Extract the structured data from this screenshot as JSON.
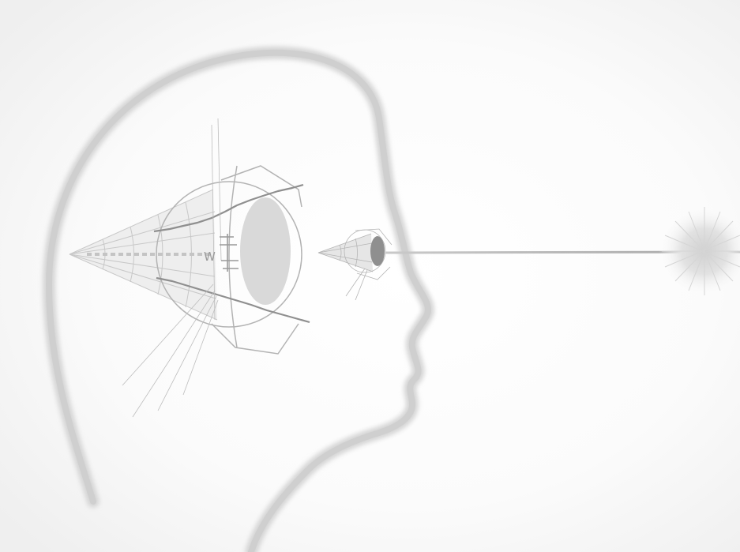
{
  "diagram": {
    "elements": [
      "head-silhouette",
      "enlarged-eye-cone",
      "enlarged-lens",
      "retina-marker",
      "small-eye-cone",
      "small-eye-lens",
      "light-ray",
      "light-source-burst"
    ],
    "colors": {
      "background": "#ffffff",
      "fade": "#f4f4f4",
      "silhouette": "#d6d6d6",
      "lens": "#d2d2d2",
      "line": "#b0b0b0",
      "dark_line": "#8f8f8f",
      "ray": "#b5b5b5",
      "burst": "#dcdcdc"
    },
    "retina_label": "W"
  }
}
